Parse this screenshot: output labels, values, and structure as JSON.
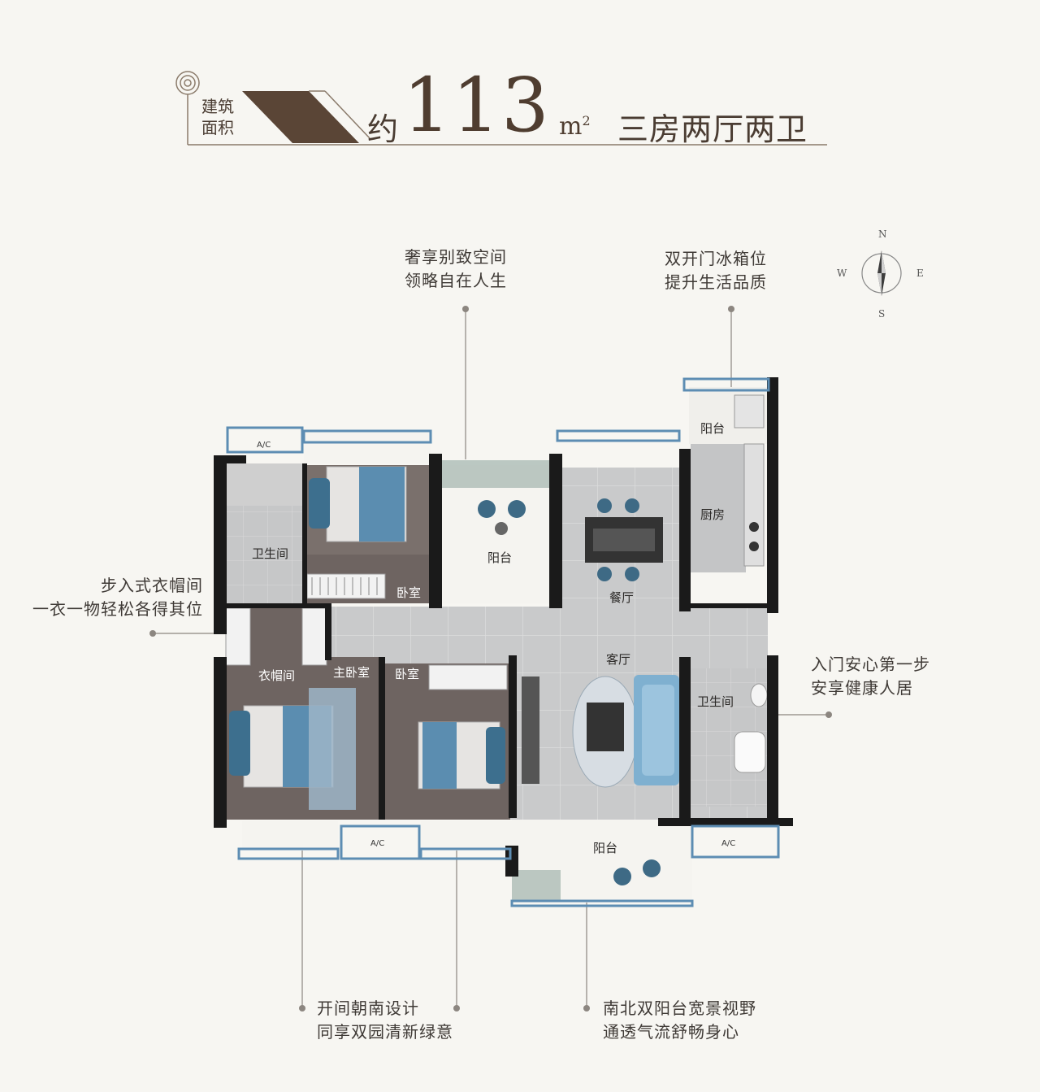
{
  "header": {
    "area_label_line1": "建筑",
    "area_label_line2": "面积",
    "approx": "约",
    "area_value": "113",
    "unit": "m",
    "unit_sup": "2",
    "layout_type": "三房两厅两卫"
  },
  "compass": {
    "n": "N",
    "s": "S",
    "e": "E",
    "w": "W"
  },
  "callouts": {
    "top_center": {
      "line1": "奢享别致空间",
      "line2": "领略自在人生"
    },
    "top_right": {
      "line1": "双开门冰箱位",
      "line2": "提升生活品质"
    },
    "left": {
      "line1": "步入式衣帽间",
      "line2": "一衣一物轻松各得其位"
    },
    "right": {
      "line1": "入门安心第一步",
      "line2": "安享健康人居"
    },
    "bottom_left": {
      "line1": "开间朝南设计",
      "line2": "同享双园清新绿意"
    },
    "bottom_right": {
      "line1": "南北双阳台宽景视野",
      "line2": "通透气流舒畅身心"
    }
  },
  "rooms": {
    "bathroom_1": "卫生间",
    "bedroom_1": "卧室",
    "balcony_north": "阳台",
    "balcony_kitchen": "阳台",
    "kitchen": "厨房",
    "dining": "餐厅",
    "living": "客厅",
    "closet": "衣帽间",
    "master_bedroom": "主卧室",
    "bedroom_2": "卧室",
    "bathroom_2": "卫生间",
    "balcony_south": "阳台"
  },
  "ac_label": "A/C"
}
